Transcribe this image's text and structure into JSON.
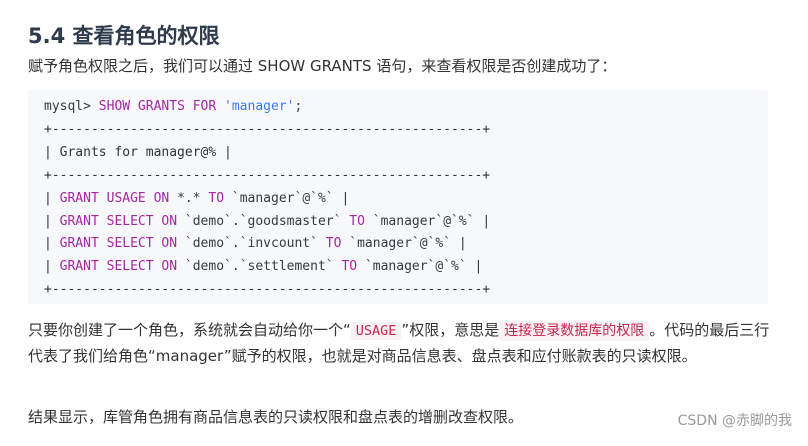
{
  "heading": "5.4 查看角色的权限",
  "intro": "赋予角色权限之后，我们可以通过 SHOW GRANTS 语句，来查看权限是否创建成功了：",
  "code": {
    "command": {
      "prompt": "mysql> ",
      "keywords": "SHOW GRANTS FOR",
      "arg": "'manager'",
      "end": ";"
    },
    "border": "+-------------------------------------------------------+",
    "header": "| Grants for manager@% |",
    "rows": [
      {
        "grant": "GRANT",
        "priv": "USAGE",
        "on": "ON",
        "obj": "*.*",
        "to": "TO",
        "user": "`manager`@`%`",
        "end": " |"
      },
      {
        "grant": "GRANT",
        "priv": "SELECT",
        "on": "ON",
        "obj": "`demo`.`goodsmaster`",
        "to": "TO",
        "user": "`manager`@`%`",
        "end": " |"
      },
      {
        "grant": "GRANT",
        "priv": "SELECT",
        "on": "ON",
        "obj": "`demo`.`invcount`",
        "to": "TO",
        "user": "`manager`@`%`",
        "end": " |"
      },
      {
        "grant": "GRANT",
        "priv": "SELECT",
        "on": "ON",
        "obj": "`demo`.`settlement`",
        "to": "TO",
        "user": "`manager`@`%`",
        "end": " |"
      }
    ]
  },
  "para2": {
    "part1": "只要你创建了一个角色，系统就会自动给你一个“",
    "code1": "USAGE",
    "part2": "”权限，意思是",
    "mark": "连接登录数据库的权限",
    "part3": "。代码的最后三行代表了我们给角色“manager”赋予的权限，也就是对商品信息表、盘点表和应付账款表的只读权限。"
  },
  "para3": "结果显示，库管角色拥有商品信息表的只读权限和盘点表的增删改查权限。",
  "watermark": "CSDN @赤脚的我"
}
